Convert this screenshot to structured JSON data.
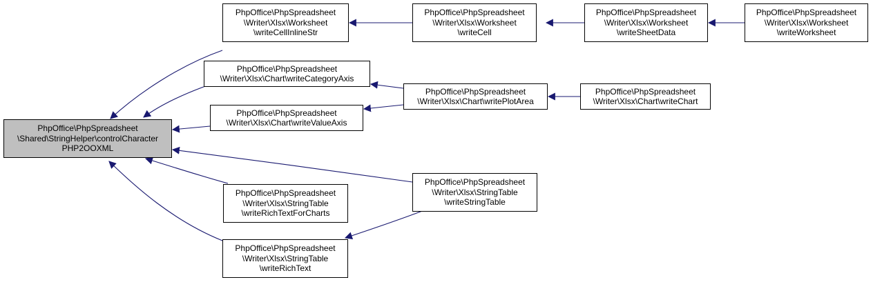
{
  "nodes": [
    {
      "id": "controlCharacter",
      "lines": [
        "PhpOffice\\PhpSpreadsheet",
        "\\Shared\\StringHelper\\controlCharacter",
        "PHP2OOXML"
      ]
    },
    {
      "id": "writeCellInlineStr",
      "lines": [
        "PhpOffice\\PhpSpreadsheet",
        "\\Writer\\Xlsx\\Worksheet",
        "\\writeCellInlineStr"
      ]
    },
    {
      "id": "writeCell",
      "lines": [
        "PhpOffice\\PhpSpreadsheet",
        "\\Writer\\Xlsx\\Worksheet",
        "\\writeCell"
      ]
    },
    {
      "id": "writeSheetData",
      "lines": [
        "PhpOffice\\PhpSpreadsheet",
        "\\Writer\\Xlsx\\Worksheet",
        "\\writeSheetData"
      ]
    },
    {
      "id": "writeWorksheet",
      "lines": [
        "PhpOffice\\PhpSpreadsheet",
        "\\Writer\\Xlsx\\Worksheet",
        "\\writeWorksheet"
      ]
    },
    {
      "id": "writeCategoryAxis",
      "lines": [
        "PhpOffice\\PhpSpreadsheet",
        "\\Writer\\Xlsx\\Chart\\writeCategoryAxis"
      ]
    },
    {
      "id": "writePlotArea",
      "lines": [
        "PhpOffice\\PhpSpreadsheet",
        "\\Writer\\Xlsx\\Chart\\writePlotArea"
      ]
    },
    {
      "id": "writeChart",
      "lines": [
        "PhpOffice\\PhpSpreadsheet",
        "\\Writer\\Xlsx\\Chart\\writeChart"
      ]
    },
    {
      "id": "writeValueAxis",
      "lines": [
        "PhpOffice\\PhpSpreadsheet",
        "\\Writer\\Xlsx\\Chart\\writeValueAxis"
      ]
    },
    {
      "id": "writeStringTable",
      "lines": [
        "PhpOffice\\PhpSpreadsheet",
        "\\Writer\\Xlsx\\StringTable",
        "\\writeStringTable"
      ]
    },
    {
      "id": "writeRichTextForCharts",
      "lines": [
        "PhpOffice\\PhpSpreadsheet",
        "\\Writer\\Xlsx\\StringTable",
        "\\writeRichTextForCharts"
      ]
    },
    {
      "id": "writeRichText",
      "lines": [
        "PhpOffice\\PhpSpreadsheet",
        "\\Writer\\Xlsx\\StringTable",
        "\\writeRichText"
      ]
    }
  ],
  "colors": {
    "edge": "#191970",
    "focus_fill": "#bfbfbf",
    "node_border": "#000000"
  }
}
